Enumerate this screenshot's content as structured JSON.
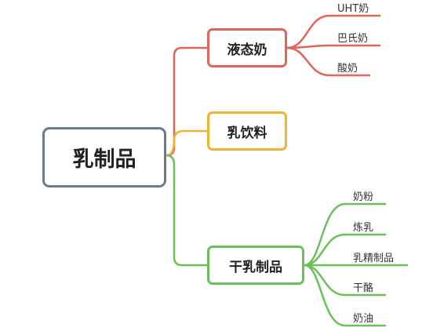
{
  "root": {
    "label": "乳制品"
  },
  "branches": [
    {
      "label": "液态奶",
      "color": "#e06459",
      "leaves": [
        "UHT奶",
        "巴氏奶",
        "酸奶"
      ]
    },
    {
      "label": "乳饮料",
      "color": "#f1b134",
      "leaves": []
    },
    {
      "label": "干乳制品",
      "color": "#6cbf5b",
      "leaves": [
        "奶粉",
        "炼乳",
        "乳精制品",
        "干酪",
        "奶油"
      ]
    }
  ]
}
